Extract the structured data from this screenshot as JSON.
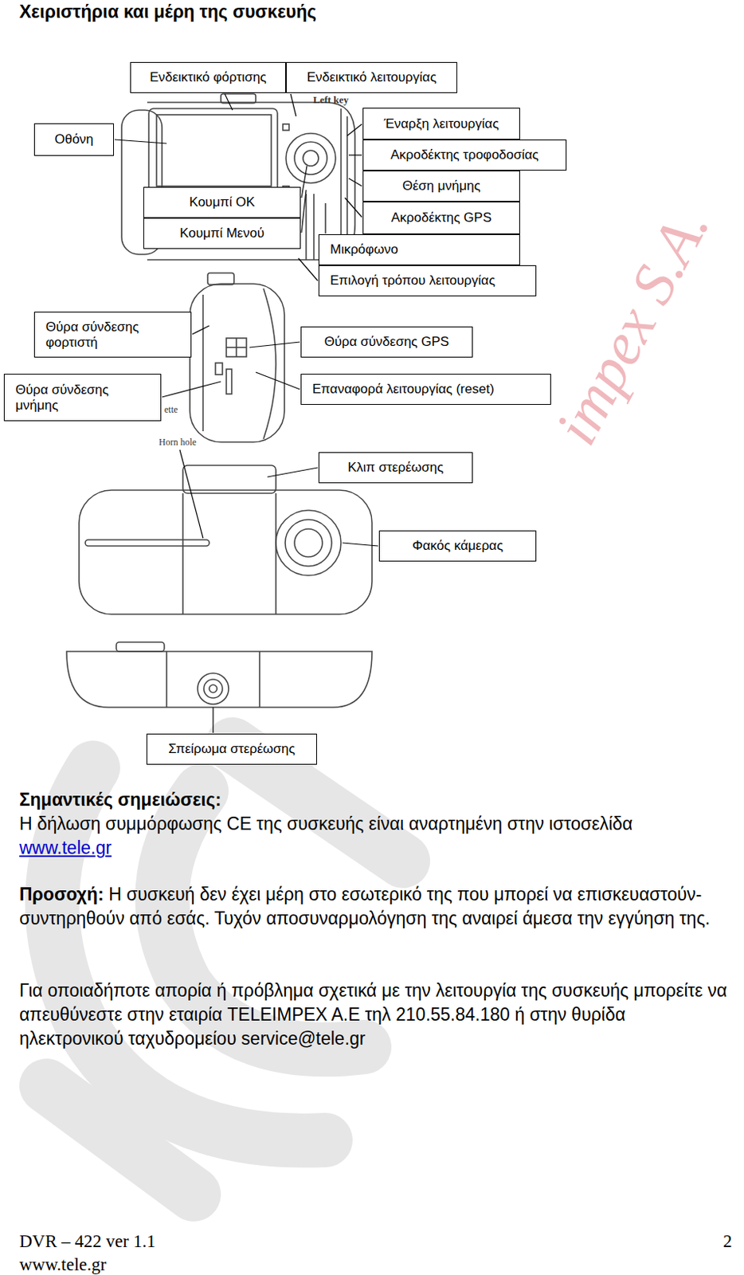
{
  "diagram": {
    "title": "Χειριστήρια και μέρη της συσκευής",
    "nodes": [
      {
        "text": [
          "Ενδεικτικό φόρτισης"
        ]
      },
      {
        "text": [
          "Ενδεικτικό λειτουργίας"
        ]
      },
      {
        "text": [
          "Οθόνη"
        ]
      },
      {
        "text": [
          "Έναρξη λειτουργίας"
        ]
      },
      {
        "text": [
          "Ακροδέκτης τροφοδοσίας"
        ]
      },
      {
        "text": [
          "Θέση μνήμης"
        ]
      },
      {
        "text": [
          "Ακροδέκτης GPS"
        ]
      },
      {
        "text": [
          "Κουμπί OK"
        ]
      },
      {
        "text": [
          "Κουμπί Μενού"
        ]
      },
      {
        "text": [
          "Μικρόφωνο"
        ]
      },
      {
        "text": [
          "Επιλογή τρόπου λειτουργίας"
        ]
      },
      {
        "text": [
          "Θύρα σύνδεσης φορτιστή"
        ]
      },
      {
        "text": [
          "Θύρα σύνδεσης GPS"
        ]
      },
      {
        "text": [
          "Θύρα σύνδεσης μνήμης"
        ]
      },
      {
        "text": [
          "Επαναφορά λειτουργίας (reset)"
        ]
      },
      {
        "text": [
          "Κλιπ στερέωσης"
        ]
      },
      {
        "text": [
          "Φακός κάμερας"
        ]
      },
      {
        "text": [
          "Σπείρωμα στερέωσης"
        ]
      }
    ],
    "labels": [
      "Σημαντικές σημειώσεις:",
      "Η δήλωση συμμόρφωσης CE της συσκευής είναι αναρτημένη στην ιστοσελίδα",
      "www.tele.gr",
      "Προσοχή:",
      "Η συσκευή δεν έχει μέρη στο εσωτερικό της που μπορεί να επισκευαστούν-συντηρηθούν από εσάς. Τυχόν αποσυναρμολόγηση της αναιρεί άμεσα την εγγύηση της.",
      "Για οποιαδήποτε απορία ή πρόβλημα σχετικά με την λειτουργία της συσκευής μπορείτε να απευθύνεστε στην εταιρία TELEIMPEX A.E τηλ 210.55.84.180 ή στην θυρίδα ηλεκτρονικού ταχυδρομείου service@tele.gr",
      "DVR – 422 ver 1.1",
      "www.tele.gr",
      "2",
      "Left key",
      "Horn hole",
      "ette",
      "impex S.A."
    ]
  }
}
